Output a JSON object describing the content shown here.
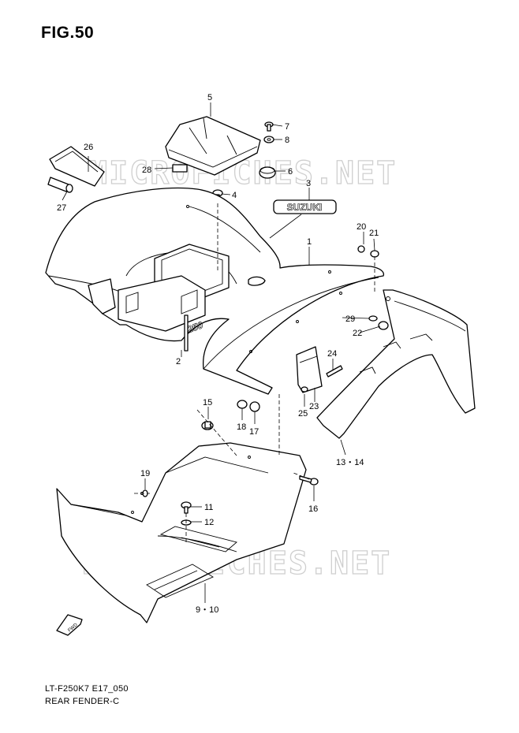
{
  "figure": {
    "title": "FIG.50",
    "watermark": "MICROFICHES.NET",
    "emblem_text": "SUZUKI",
    "model_emblem": "250",
    "fwd_label": "FWD",
    "footer_code": "LT-F250K7 E17_050",
    "footer_caption": "REAR FENDER-C"
  },
  "callouts": [
    {
      "id": "c1",
      "text": "1"
    },
    {
      "id": "c2",
      "text": "2"
    },
    {
      "id": "c3",
      "text": "3"
    },
    {
      "id": "c4",
      "text": "4"
    },
    {
      "id": "c5",
      "text": "5"
    },
    {
      "id": "c6",
      "text": "6"
    },
    {
      "id": "c7",
      "text": "7"
    },
    {
      "id": "c8",
      "text": "8"
    },
    {
      "id": "c9",
      "text": "9・10"
    },
    {
      "id": "c11",
      "text": "11"
    },
    {
      "id": "c12",
      "text": "12"
    },
    {
      "id": "c13",
      "text": "13・14"
    },
    {
      "id": "c15",
      "text": "15"
    },
    {
      "id": "c16",
      "text": "16"
    },
    {
      "id": "c17",
      "text": "17"
    },
    {
      "id": "c18",
      "text": "18"
    },
    {
      "id": "c19",
      "text": "19"
    },
    {
      "id": "c20",
      "text": "20"
    },
    {
      "id": "c21",
      "text": "21"
    },
    {
      "id": "c22",
      "text": "22"
    },
    {
      "id": "c23",
      "text": "23"
    },
    {
      "id": "c24",
      "text": "24"
    },
    {
      "id": "c25",
      "text": "25"
    },
    {
      "id": "c26",
      "text": "26"
    },
    {
      "id": "c27",
      "text": "27"
    },
    {
      "id": "c28",
      "text": "28"
    },
    {
      "id": "c29",
      "text": "29"
    }
  ]
}
